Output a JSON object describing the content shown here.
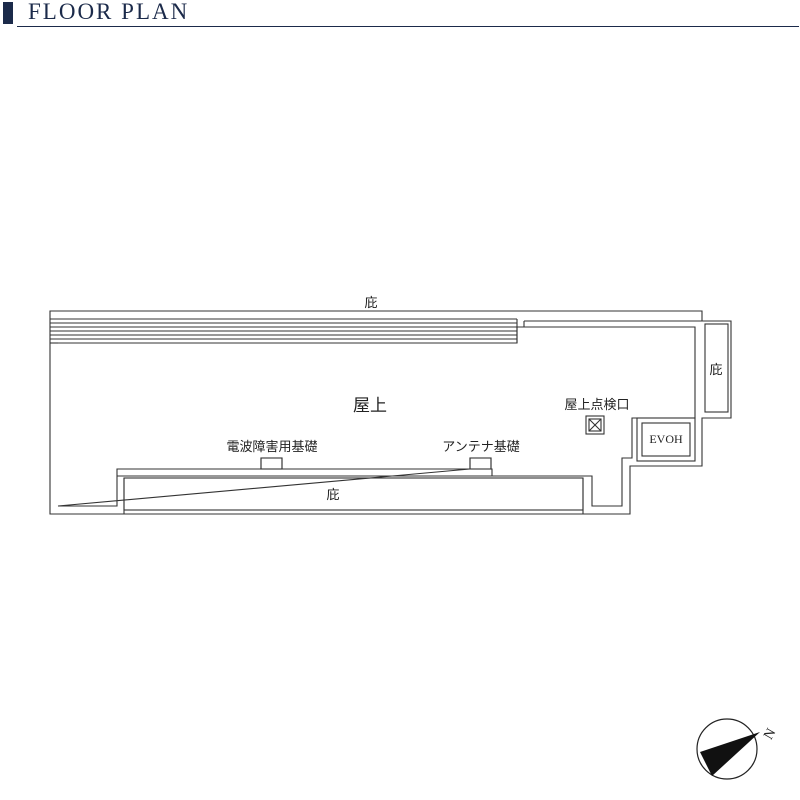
{
  "header": {
    "title": "FLOOR PLAN",
    "accent_color": "#1b2a4a",
    "rule_color": "#1b2a4a"
  },
  "plan": {
    "stroke_color": "#333333",
    "labels": {
      "eave_top": "庇",
      "eave_right": "庇",
      "eave_bottom": "庇",
      "rooftop": "屋上",
      "roof_hatch": "屋上点検口",
      "evoh": "EVOH",
      "radio_base": "電波障害用基礎",
      "antenna_base": "アンテナ基礎"
    }
  },
  "compass": {
    "north_label": "N",
    "icon": "north-arrow-icon"
  }
}
